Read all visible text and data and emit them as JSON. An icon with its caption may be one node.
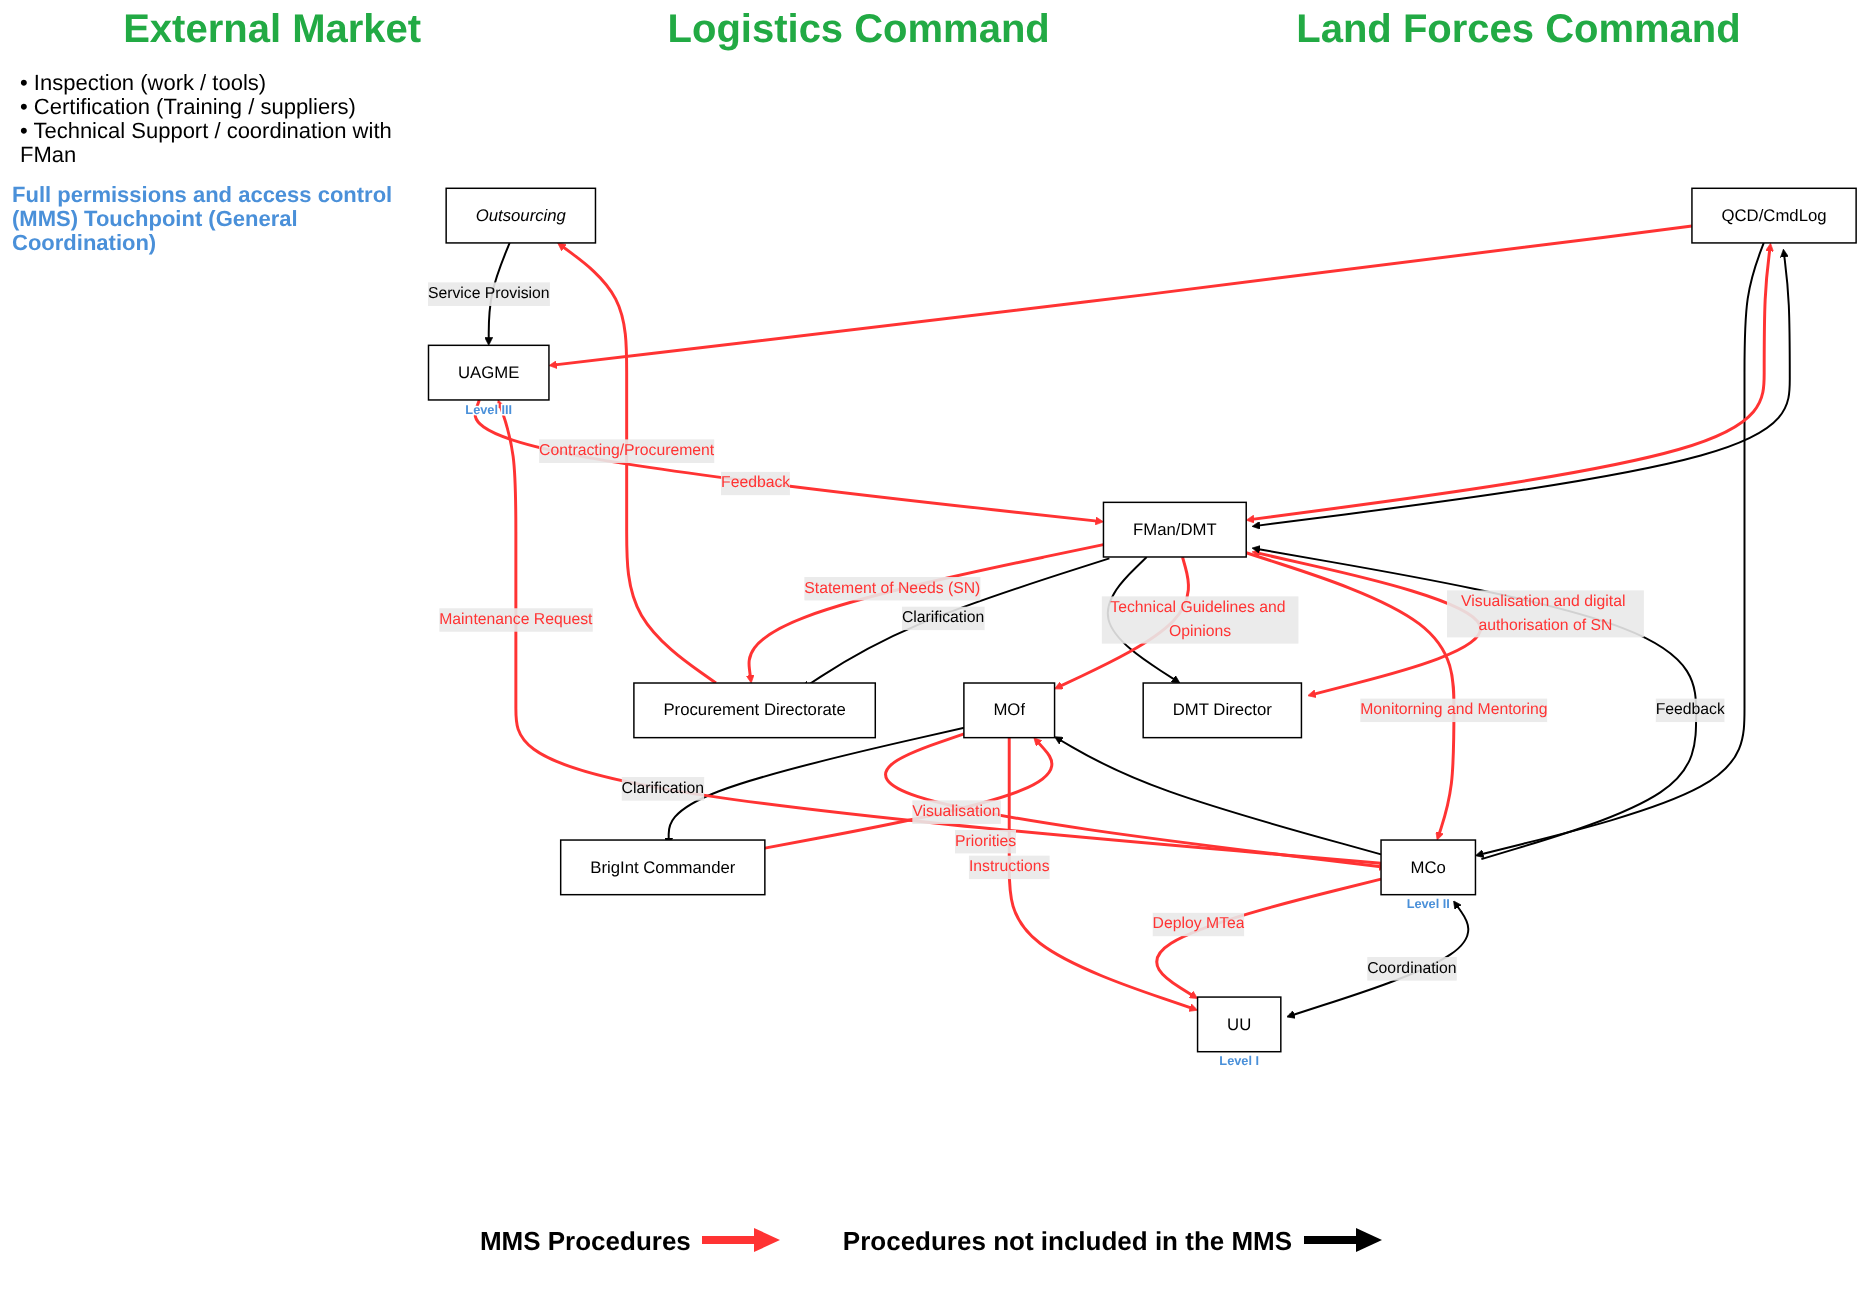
{
  "diagram": {
    "nodes": [
      {
        "text": [
          "Outsourcing"
        ]
      },
      {
        "text": [
          "QCD/CmdLog"
        ]
      },
      {
        "text": [
          "Procurement Directorate"
        ]
      },
      {
        "text": [
          "DMT Director"
        ]
      },
      {
        "text": [
          "BrigInt Commander"
        ]
      },
      {
        "text": [
          "FMan/DMT"
        ]
      },
      {
        "text": [
          "MOf"
        ]
      },
      {
        "text": [
          "UAGME"
        ],
        "beside": [
          "Level III"
        ]
      },
      {
        "text": [
          "MCo"
        ],
        "beside": [
          "Level II"
        ]
      },
      {
        "text": [
          "UU"
        ],
        "beside": [
          "Level I"
        ]
      }
    ],
    "edges": [
      {
        "from": 2,
        "to": 0,
        "arrow": "to",
        "label": "Contracting/Procurement"
      },
      {
        "from": 0,
        "to": 7,
        "arrow": "to",
        "label": "Service Provision",
        "color": "#000000"
      },
      {
        "from": 1,
        "to": 7,
        "arrow": "to"
      },
      {
        "from": 1,
        "to": 8,
        "arrow": "to",
        "color": "#000000"
      },
      {
        "from": 1,
        "to": 5,
        "arrow": "both"
      },
      {
        "from": 1,
        "to": 5,
        "arrow": "both",
        "color": "#000000"
      },
      {
        "from": 5,
        "to": 2,
        "arrow": "to",
        "label": "Statement of Needs (SN)"
      },
      {
        "from": 5,
        "to": 2,
        "arrow": "to",
        "label": "Clarification",
        "color": "#000000"
      },
      {
        "from": 5,
        "to": 3,
        "arrow": "to",
        "color": "#000000"
      },
      {
        "from": 3,
        "to": 5,
        "arrow": "both",
        "label": "Visualisation and digital authorisation of SN"
      },
      {
        "from": 5,
        "to": 6,
        "arrow": "to",
        "label": "Technical Guidelines and Opinions"
      },
      {
        "from": 4,
        "to": 6,
        "arrow": "to",
        "label": "Visualisation"
      },
      {
        "from": 6,
        "to": 4,
        "arrow": "to",
        "label": "Clarification",
        "color": "#000000"
      },
      {
        "from": 7,
        "to": 5,
        "arrow": "to",
        "label": "Feedback"
      },
      {
        "from": 5,
        "to": 8,
        "arrow": "to",
        "label": "Monitorning and Mentoring"
      },
      {
        "from": 8,
        "to": 5,
        "arrow": "to",
        "label": "Feedback",
        "color": "#000000"
      },
      {
        "from": 8,
        "to": 7,
        "arrow": "to",
        "label": "Maintenance Request"
      },
      {
        "from": 8,
        "to": 6,
        "arrow": "to",
        "color": "#000000"
      },
      {
        "from": 6,
        "to": 8,
        "arrow": "to",
        "label": "Priorities"
      },
      {
        "from": 6,
        "to": 9,
        "arrow": "to",
        "label": "Instructions"
      },
      {
        "from": 8,
        "to": 9,
        "arrow": "to",
        "label": "Deploy MTea"
      },
      {
        "from": 8,
        "to": 9,
        "arrow": "both",
        "label": "Coordination",
        "color": "#000000"
      }
    ],
    "labels": [
      "External Market",
      "Logistics Command",
      "Land Forces Command",
      "• Inspection (work / tools)",
      "• Certification (Training / suppliers)",
      "• Technical Support / coordination with FMan",
      "Full permissions and access control (MMS) Touchpoint (General Coordination)"
    ],
    "legend": [
      {
        "text": "MMS Procedures",
        "color": "#ff3333"
      },
      {
        "text": "Procedures not included in the MMS",
        "color": "#000000"
      }
    ]
  }
}
